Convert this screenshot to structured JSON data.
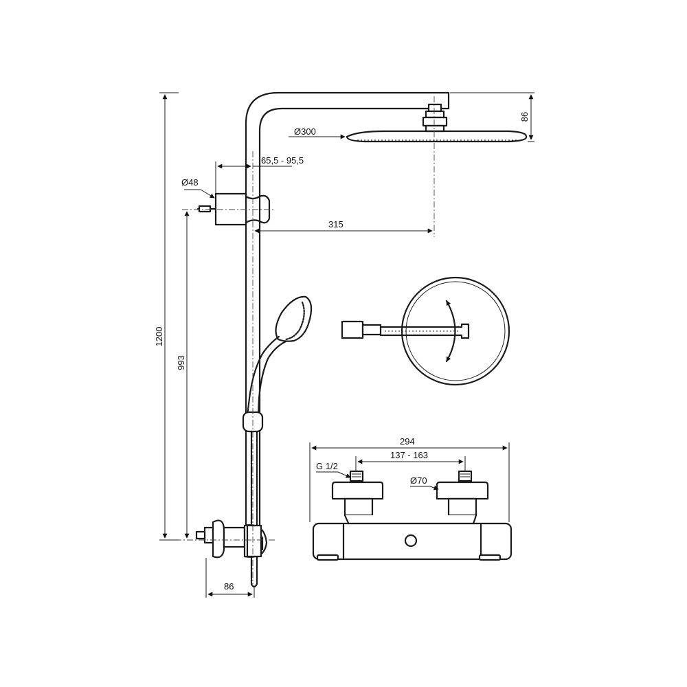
{
  "dimensions": {
    "height_total": "1200",
    "height_outlet": "993",
    "head_height": "86",
    "head_diameter": "Ø300",
    "arm_reach": "315",
    "bracket_range": "65,5 - 95,5",
    "bracket_diameter": "Ø48",
    "mixer_projection": "86",
    "mixer_width": "294",
    "mixer_centers": "137 - 163",
    "inlet_thread": "G 1/2",
    "escutcheon_diameter": "Ø70"
  }
}
